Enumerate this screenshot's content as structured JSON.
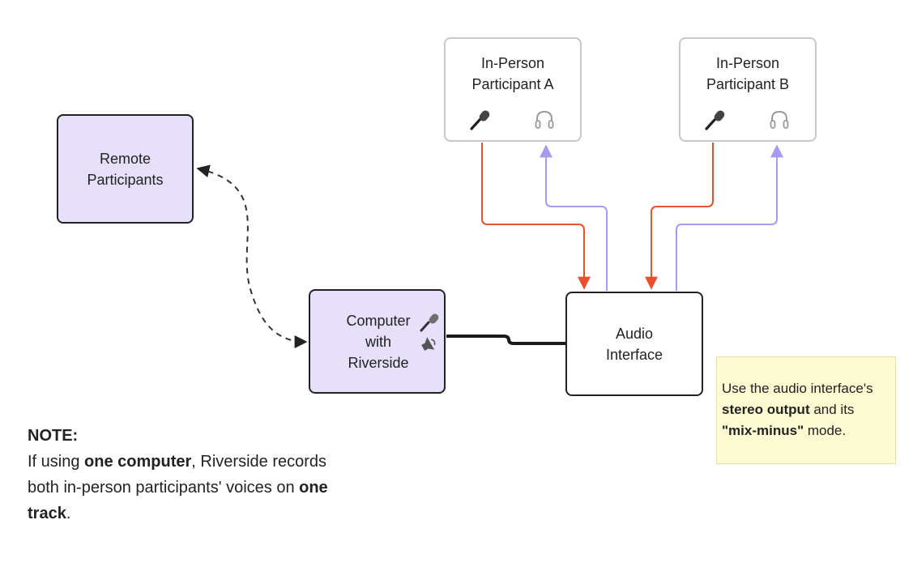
{
  "nodes": {
    "remote": {
      "label": "Remote\nParticipants"
    },
    "computer": {
      "label": "Computer\nwith\nRiverside"
    },
    "audio_interface": {
      "label": "Audio\nInterface"
    },
    "participant_a": {
      "label": "In-Person\nParticipant A"
    },
    "participant_b": {
      "label": "In-Person\nParticipant B"
    }
  },
  "icons": {
    "microphone": "microphone-icon",
    "headphones": "headphones-icon",
    "speaker": "speaker-icon"
  },
  "colors": {
    "mic_line": "#e8502e",
    "headphone_line": "#a99af0",
    "node_purple": "#e6e0fb",
    "note_yellow": "#fdfbd2",
    "ink": "#222222"
  },
  "sticky_note": {
    "line1": "Use the audio interface's",
    "bold1": "stereo output",
    "mid": " and its",
    "bold2": "\"mix-minus\"",
    "tail": " mode."
  },
  "side_note": {
    "heading": "NOTE:",
    "pre1": "If using ",
    "bold1": "one computer",
    "post1": ", Riverside records both in-person participants' voices on ",
    "bold2": "one track",
    "post2": "."
  }
}
